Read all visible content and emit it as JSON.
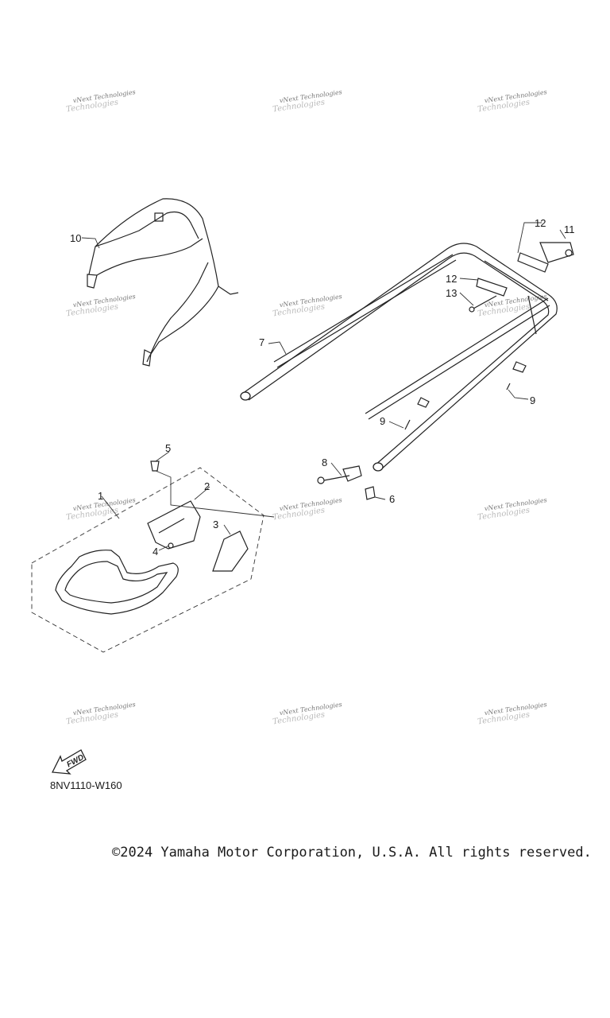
{
  "diagram": {
    "callouts": [
      "1",
      "2",
      "3",
      "4",
      "5",
      "6",
      "7",
      "8",
      "9",
      "9",
      "10",
      "11",
      "12",
      "12",
      "13"
    ],
    "watermark_line1": "vNext Technologies",
    "watermark_line2": "Technologies",
    "fwd_label": "FWD",
    "diagram_code": "8NV1110-W160"
  },
  "footer": {
    "copyright": "©2024 Yamaha Motor Corporation, U.S.A. All rights reserved."
  }
}
